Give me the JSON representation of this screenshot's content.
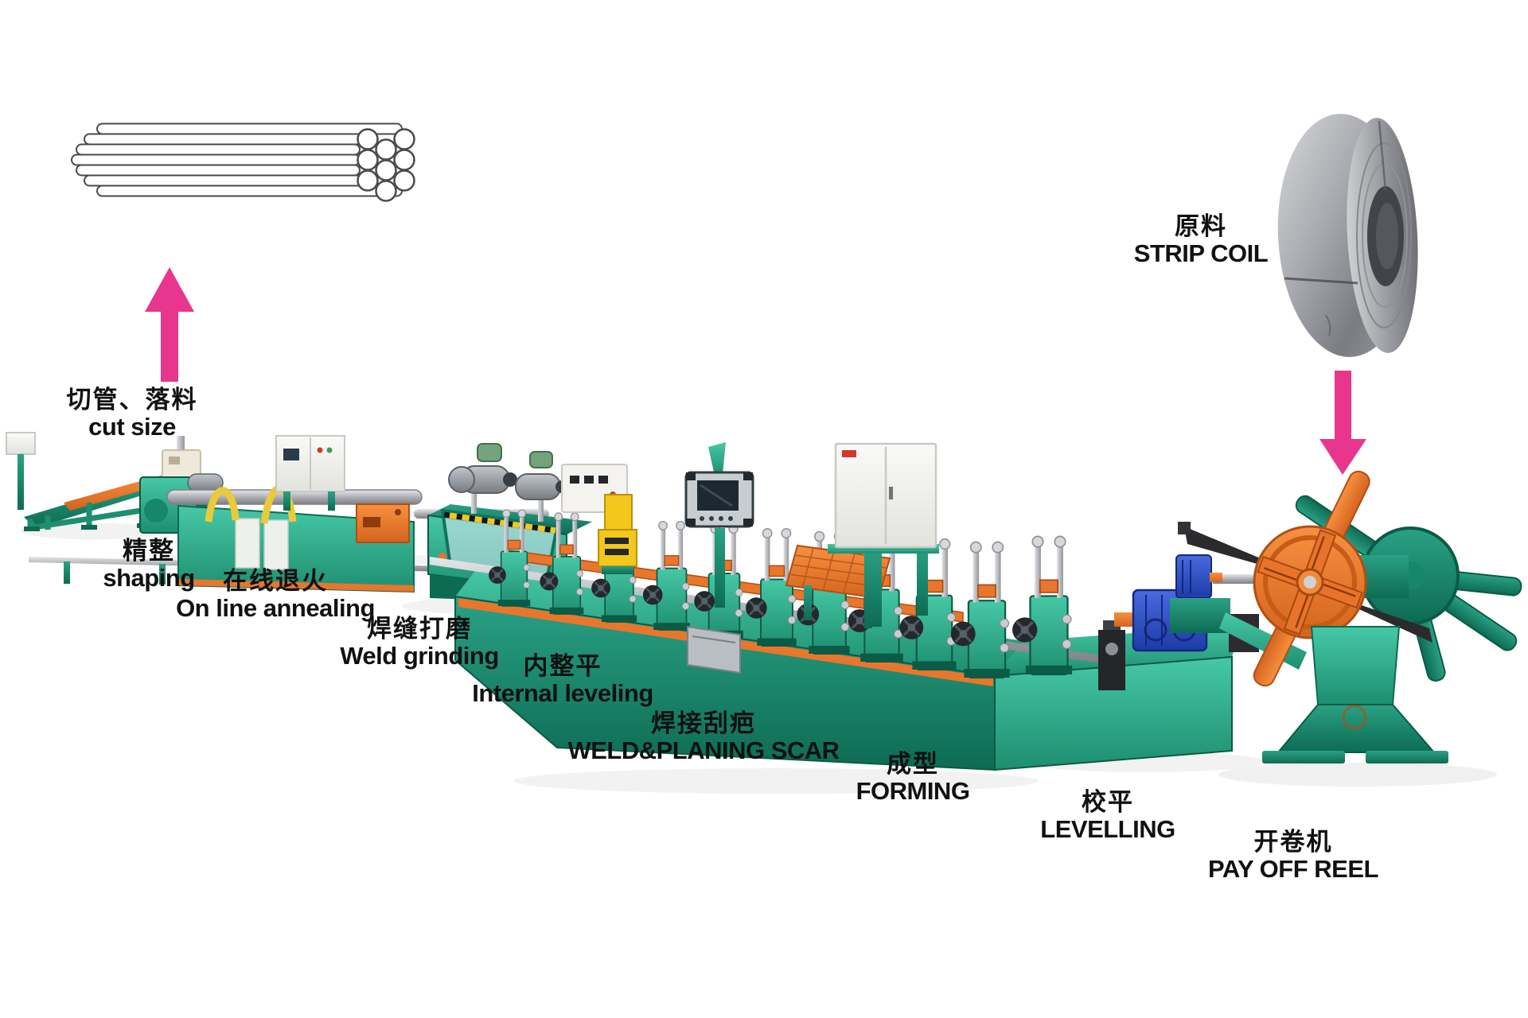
{
  "title": "Pipe production line process diagram",
  "colors": {
    "background": "#FFFFFF",
    "machine_teal": "#2FAE8F",
    "machine_teal_dark": "#0D6B53",
    "accent_orange": "#E8762C",
    "arrow_pink": "#E8368F",
    "hose_yellow": "#E9CB3A",
    "gearbox_blue": "#2D54CC",
    "steel_grey": "#B9BABE",
    "label_black": "#111111"
  },
  "stages": [
    {
      "id": "cut-size",
      "zh": "切管、落料",
      "en": "cut size"
    },
    {
      "id": "shaping",
      "zh": "精整",
      "en": "shaping"
    },
    {
      "id": "on-line-annealing",
      "zh": "在线退火",
      "en": "On line annealing"
    },
    {
      "id": "weld-grinding",
      "zh": "焊缝打磨",
      "en": "Weld grinding"
    },
    {
      "id": "internal-leveling",
      "zh": "内整平",
      "en": "Internal leveling"
    },
    {
      "id": "weld-planing-scar",
      "zh": "焊接刮疤",
      "en": "WELD&PLANING SCAR"
    },
    {
      "id": "forming",
      "zh": "成型",
      "en": "FORMING"
    },
    {
      "id": "levelling",
      "zh": "校平",
      "en": "LEVELLING"
    },
    {
      "id": "pay-off-reel",
      "zh": "开卷机",
      "en": "PAY OFF REEL"
    },
    {
      "id": "strip-coil",
      "zh": "原料",
      "en": "STRIP COIL"
    }
  ],
  "arrows": [
    {
      "id": "output-arrow",
      "direction": "up",
      "meaning": "finished cut tubes output"
    },
    {
      "id": "input-arrow",
      "direction": "down",
      "meaning": "strip coil fed into pay off reel"
    }
  ]
}
